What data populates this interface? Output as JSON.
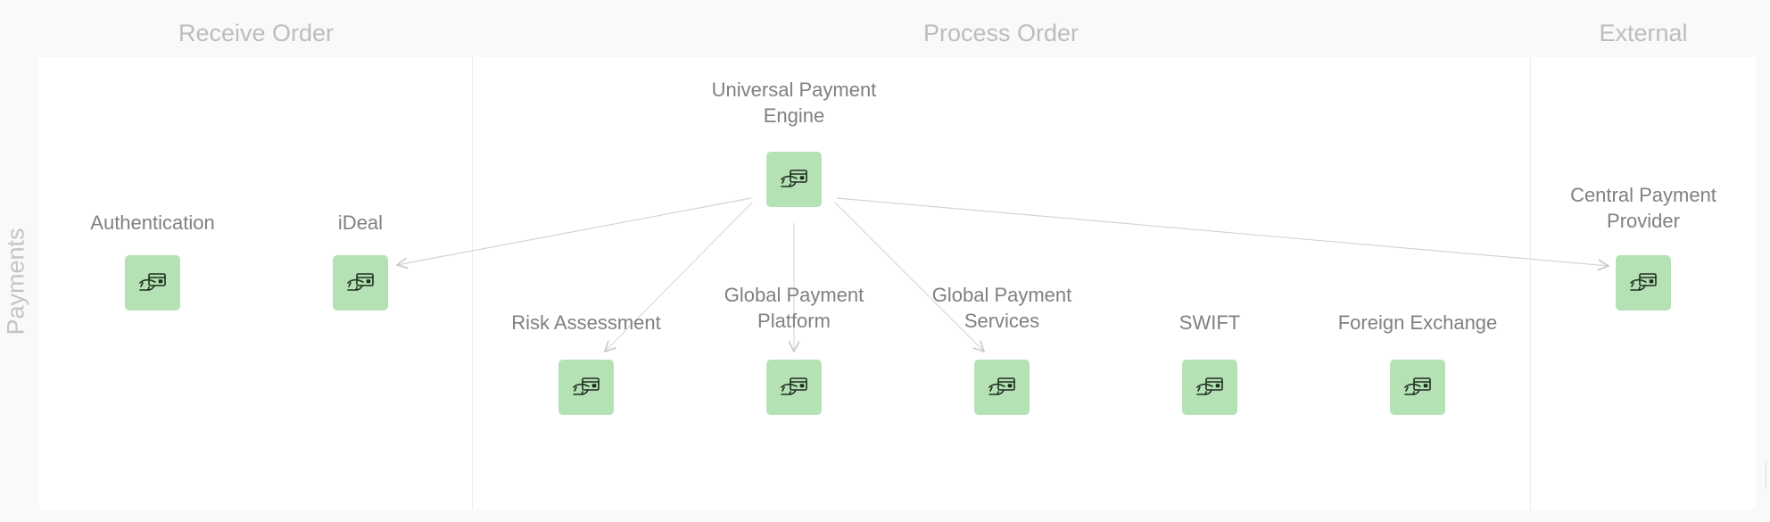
{
  "lanes": [
    {
      "label": "Receive Order"
    },
    {
      "label": "Process Order"
    },
    {
      "label": "External"
    }
  ],
  "row": {
    "label": "Payments"
  },
  "colors": {
    "tile": "#b5e2b5",
    "icon": "#1f2d1f",
    "label": "#808080",
    "lane_title": "#bdbdbd",
    "edge": "#d0d0d0"
  },
  "nodes": [
    {
      "id": "authentication",
      "lines": [
        "Authentication"
      ],
      "icon": "card-payment-icon"
    },
    {
      "id": "ideal",
      "lines": [
        "iDeal"
      ],
      "icon": "card-payment-icon"
    },
    {
      "id": "universal-payment-engine",
      "lines": [
        "Universal Payment",
        "Engine"
      ],
      "icon": "card-payment-icon"
    },
    {
      "id": "risk-assessment",
      "lines": [
        "Risk Assessment"
      ],
      "icon": "card-payment-icon"
    },
    {
      "id": "global-payment-platform",
      "lines": [
        "Global Payment",
        "Platform"
      ],
      "icon": "card-payment-icon"
    },
    {
      "id": "global-payment-services",
      "lines": [
        "Global Payment",
        "Services"
      ],
      "icon": "card-payment-icon"
    },
    {
      "id": "swift",
      "lines": [
        "SWIFT"
      ],
      "icon": "card-payment-icon"
    },
    {
      "id": "foreign-exchange",
      "lines": [
        "Foreign Exchange"
      ],
      "icon": "card-payment-icon"
    },
    {
      "id": "central-payment-provider",
      "lines": [
        "Central Payment",
        "Provider"
      ],
      "icon": "card-payment-icon"
    }
  ],
  "edges": [
    {
      "from": "universal-payment-engine",
      "to": "ideal"
    },
    {
      "from": "universal-payment-engine",
      "to": "risk-assessment"
    },
    {
      "from": "universal-payment-engine",
      "to": "global-payment-platform"
    },
    {
      "from": "universal-payment-engine",
      "to": "global-payment-services"
    },
    {
      "from": "universal-payment-engine",
      "to": "central-payment-provider"
    }
  ]
}
